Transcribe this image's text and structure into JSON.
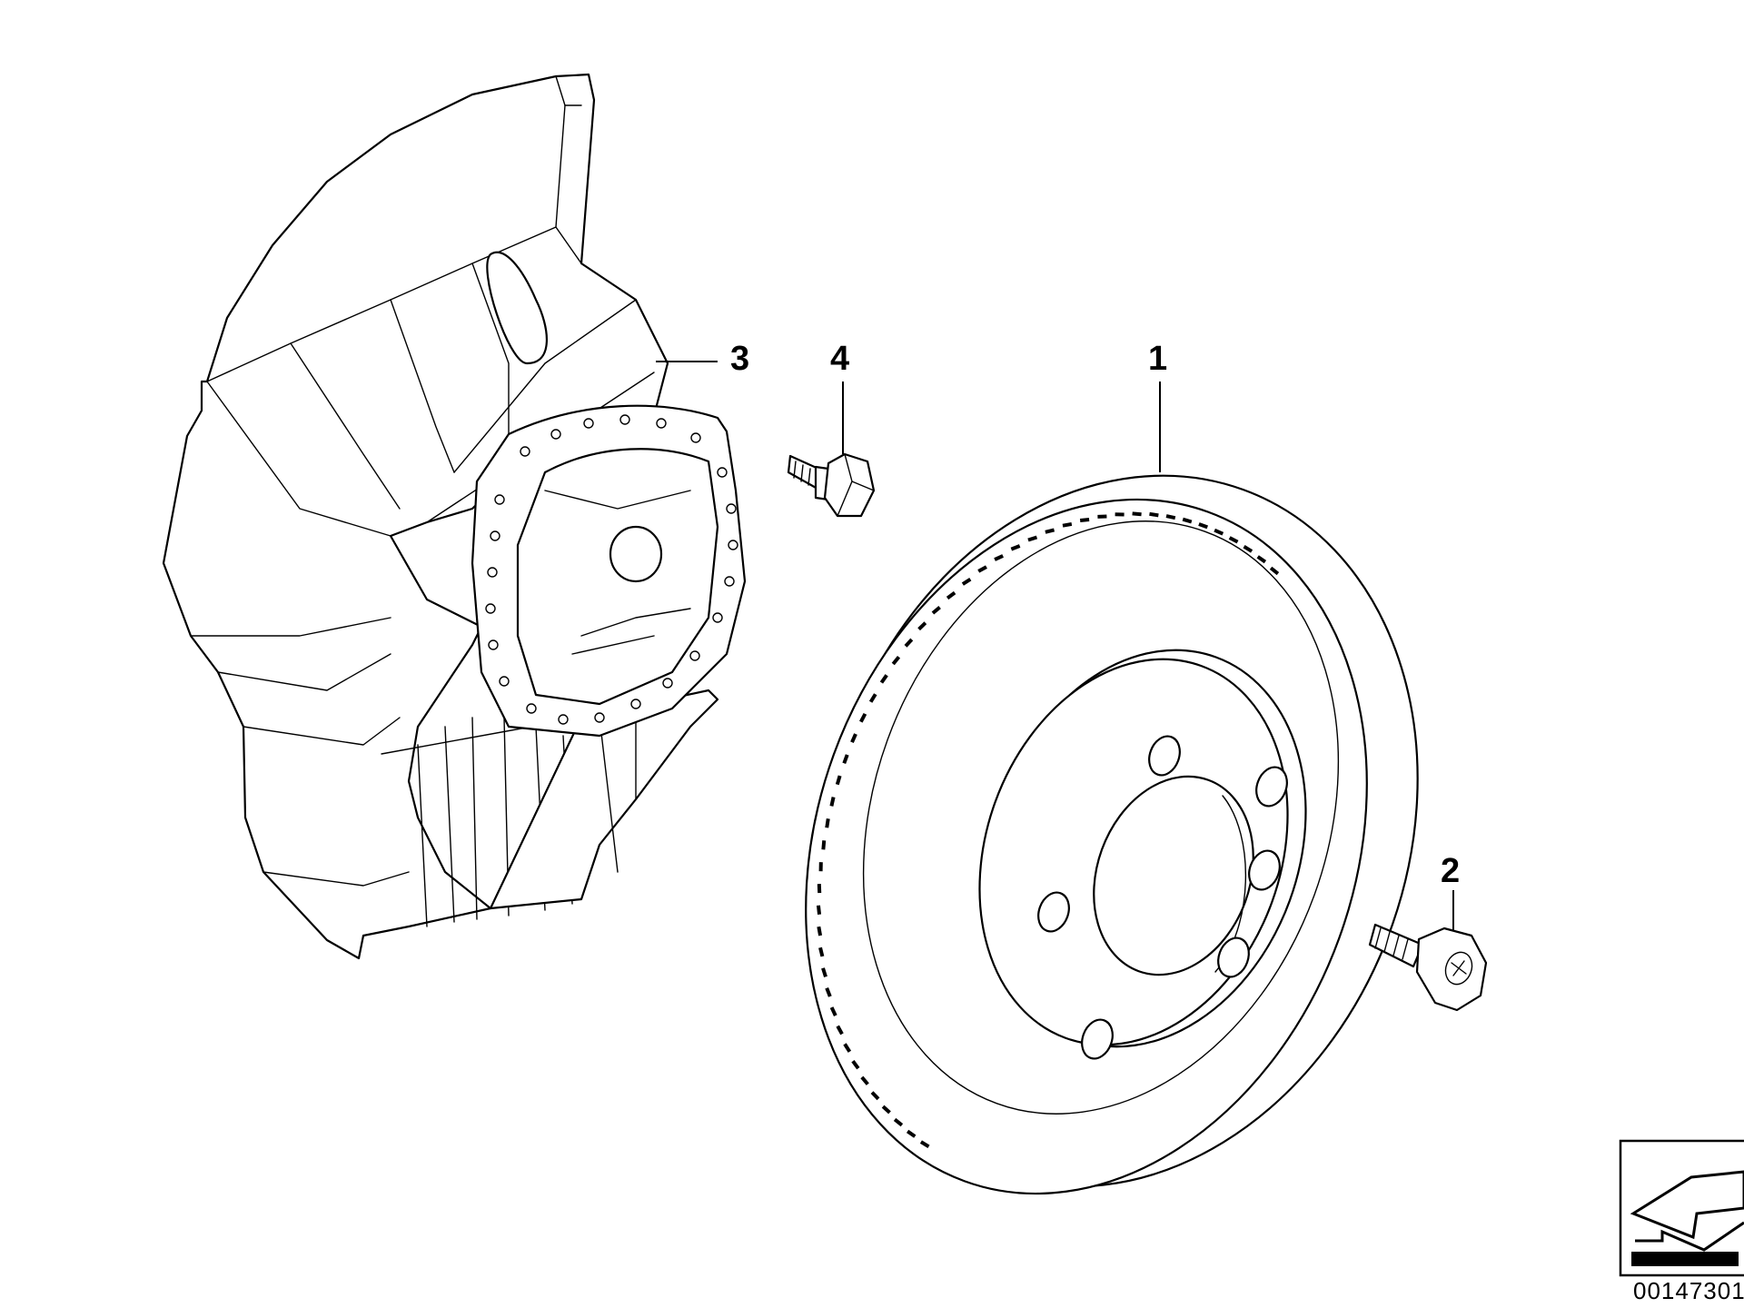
{
  "callouts": {
    "c1": "1",
    "c2": "2",
    "c3": "3",
    "c4": "4"
  },
  "diagram_id": "00147301",
  "icons": {
    "orientation": "orientation-arrow-icon"
  }
}
